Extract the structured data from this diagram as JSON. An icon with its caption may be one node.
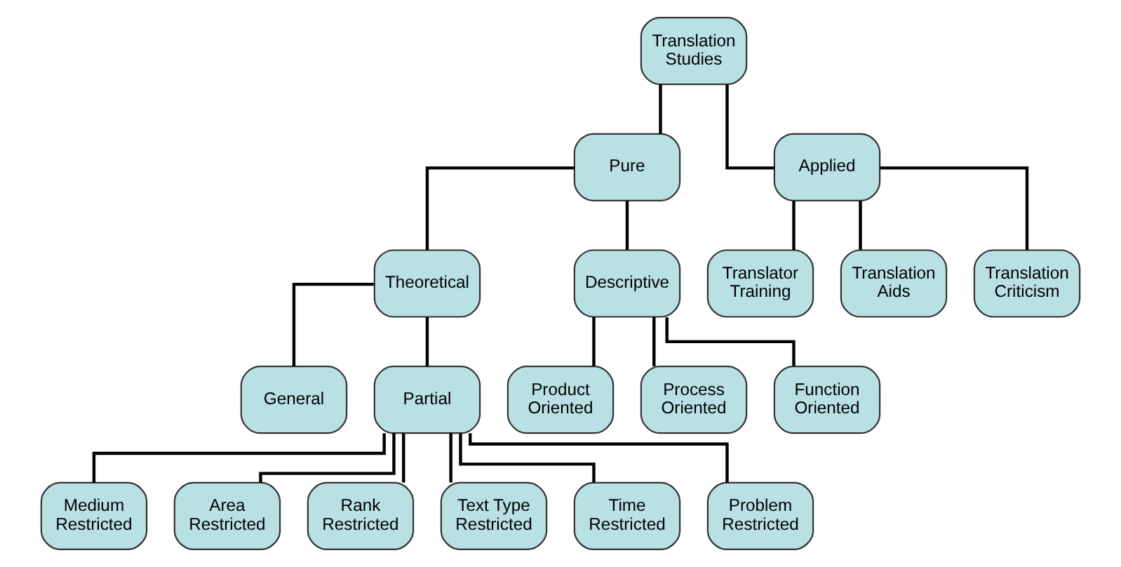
{
  "diagram": {
    "nodes": [
      {
        "text": [
          "Translation Studies"
        ]
      },
      {
        "text": [
          "Pure"
        ]
      },
      {
        "text": [
          "Applied"
        ]
      },
      {
        "text": [
          "Theoretical"
        ]
      },
      {
        "text": [
          "Descriptive"
        ]
      },
      {
        "text": [
          "Translator Training"
        ]
      },
      {
        "text": [
          "Translation Aids"
        ]
      },
      {
        "text": [
          "Translation Criticism"
        ]
      },
      {
        "text": [
          "General"
        ]
      },
      {
        "text": [
          "Partial"
        ]
      },
      {
        "text": [
          "Product Oriented"
        ]
      },
      {
        "text": [
          "Process Oriented"
        ]
      },
      {
        "text": [
          "Function Oriented"
        ]
      },
      {
        "text": [
          "Medium Restricted"
        ]
      },
      {
        "text": [
          "Area Restricted"
        ]
      },
      {
        "text": [
          "Rank Restricted"
        ]
      },
      {
        "text": [
          "Text Type Restricted"
        ]
      },
      {
        "text": [
          "Time Restricted"
        ]
      },
      {
        "text": [
          "Problem Restricted"
        ]
      }
    ],
    "edges": [
      {
        "from": 0,
        "to": 1,
        "arrow": "none"
      },
      {
        "from": 0,
        "to": 2,
        "arrow": "none"
      },
      {
        "from": 1,
        "to": 3,
        "arrow": "none"
      },
      {
        "from": 1,
        "to": 4,
        "arrow": "none"
      },
      {
        "from": 2,
        "to": 5,
        "arrow": "none"
      },
      {
        "from": 2,
        "to": 6,
        "arrow": "none"
      },
      {
        "from": 2,
        "to": 7,
        "arrow": "none"
      },
      {
        "from": 3,
        "to": 8,
        "arrow": "none"
      },
      {
        "from": 3,
        "to": 9,
        "arrow": "none"
      },
      {
        "from": 4,
        "to": 10,
        "arrow": "none"
      },
      {
        "from": 4,
        "to": 11,
        "arrow": "none"
      },
      {
        "from": 4,
        "to": 12,
        "arrow": "none"
      },
      {
        "from": 9,
        "to": 13,
        "arrow": "none"
      },
      {
        "from": 9,
        "to": 14,
        "arrow": "none"
      },
      {
        "from": 9,
        "to": 15,
        "arrow": "none"
      },
      {
        "from": 9,
        "to": 16,
        "arrow": "none"
      },
      {
        "from": 9,
        "to": 17,
        "arrow": "none"
      },
      {
        "from": 9,
        "to": 18,
        "arrow": "none"
      }
    ]
  }
}
